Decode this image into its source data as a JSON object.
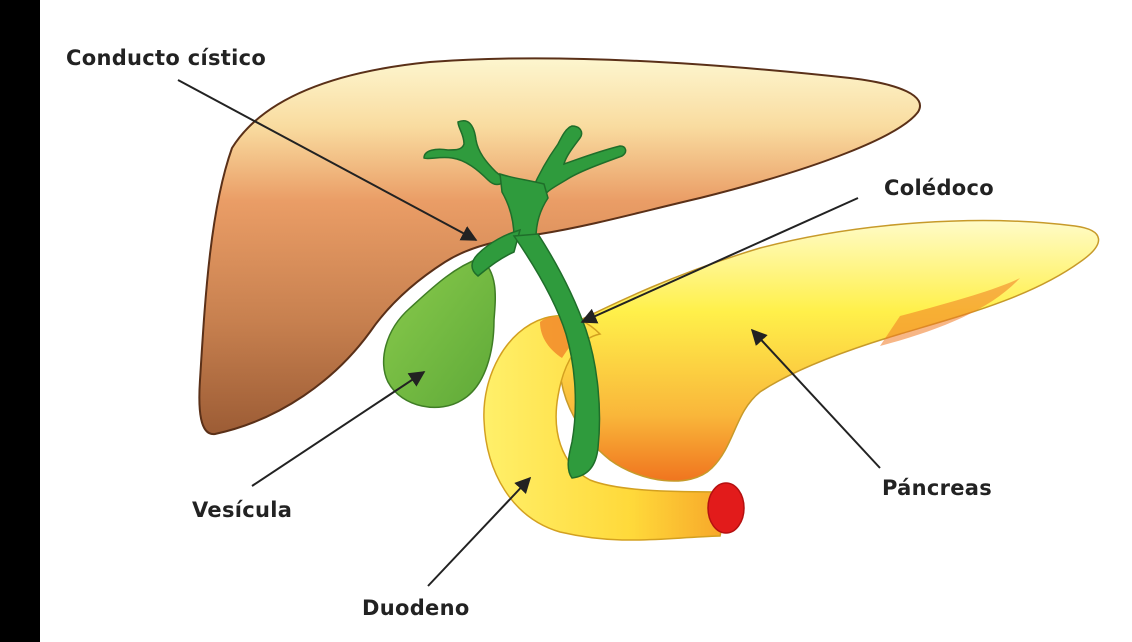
{
  "labels": {
    "conducto_cistico": "Conducto cístico",
    "coledoco": "Colédoco",
    "vesicula": "Vesícula",
    "pancreas": "Páncreas",
    "duodeno": "Duodeno"
  },
  "colors": {
    "frame_bar": "#000000",
    "liver_light": "#fbf3c6",
    "liver_mid": "#e89a63",
    "liver_dark": "#a7643a",
    "bile_duct": "#2f9b3d",
    "gallbladder": "#79bf43",
    "pancreas_yellow": "#fff24a",
    "pancreas_orange": "#f08a22",
    "duodenum_yellow": "#ffe94a",
    "duodenum_lumen": "#e21b1b",
    "arrow": "#222222"
  }
}
